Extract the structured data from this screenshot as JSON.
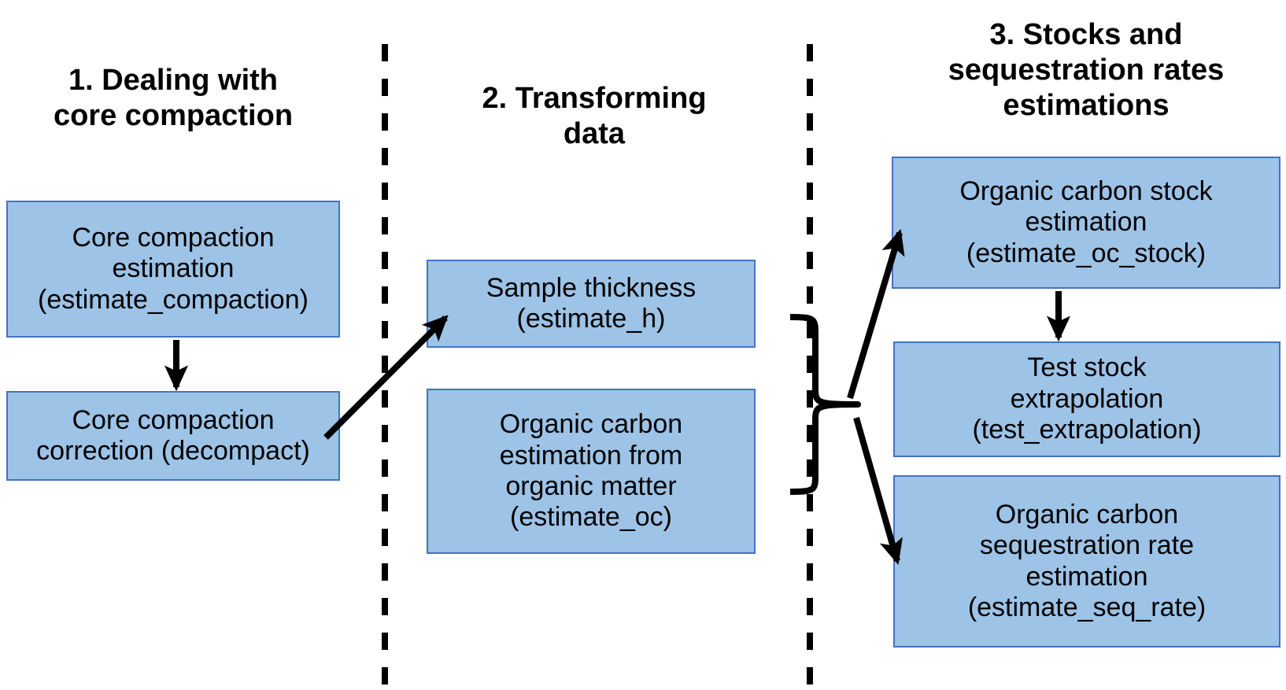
{
  "diagram": {
    "type": "flowchart",
    "background_color": "#FFFFFF",
    "node_fill_color": "#9DC3E6",
    "node_border_color": "#4472C4",
    "arrow_color": "#000000",
    "divider_style": "dashed-vertical-black",
    "columns": [
      {
        "id": "column-1",
        "title": "1. Dealing with\ncore compaction",
        "nodes": [
          {
            "id": "estimate-compaction",
            "label": "Core compaction\nestimation\n(estimate_compaction)",
            "function_name": "estimate_compaction"
          },
          {
            "id": "decompact",
            "label": "Core compaction\ncorrection (decompact)",
            "function_name": "decompact"
          }
        ]
      },
      {
        "id": "column-2",
        "title": "2. Transforming\ndata",
        "nodes": [
          {
            "id": "estimate-h",
            "label": "Sample thickness\n(estimate_h)",
            "function_name": "estimate_h"
          },
          {
            "id": "estimate-oc",
            "label": "Organic carbon\nestimation from\norganic matter\n(estimate_oc)",
            "function_name": "estimate_oc"
          }
        ]
      },
      {
        "id": "column-3",
        "title": "3. Stocks and\nsequestration rates\nestimations",
        "nodes": [
          {
            "id": "estimate-oc-stock",
            "label": "Organic carbon stock\nestimation\n(estimate_oc_stock)",
            "function_name": "estimate_oc_stock"
          },
          {
            "id": "test-extrapolation",
            "label": "Test stock\nextrapolation\n(test_extrapolation)",
            "function_name": "test_extrapolation"
          },
          {
            "id": "estimate-seq-rate",
            "label": "Organic carbon\nsequestration rate\nestimation\n(estimate_seq_rate)",
            "function_name": "estimate_seq_rate"
          }
        ]
      }
    ],
    "connectors": [
      {
        "id": "arrow-compaction-to-decompact",
        "from": "estimate-compaction",
        "to": "decompact",
        "kind": "straight-arrow"
      },
      {
        "id": "arrow-decompact-to-estimate-h",
        "from": "decompact",
        "to": "estimate-h",
        "kind": "diagonal-arrow"
      },
      {
        "id": "brace-transform-outputs",
        "from": "estimate-h,estimate-oc",
        "to": "brace-tip",
        "kind": "curly-brace"
      },
      {
        "id": "arrow-brace-to-oc-stock",
        "from": "brace-tip",
        "to": "estimate-oc-stock",
        "kind": "diagonal-arrow"
      },
      {
        "id": "arrow-oc-stock-to-test-extrapolation",
        "from": "estimate-oc-stock",
        "to": "test-extrapolation",
        "kind": "straight-arrow"
      },
      {
        "id": "arrow-brace-to-seq-rate",
        "from": "brace-tip",
        "to": "estimate-seq-rate",
        "kind": "diagonal-arrow"
      }
    ]
  }
}
